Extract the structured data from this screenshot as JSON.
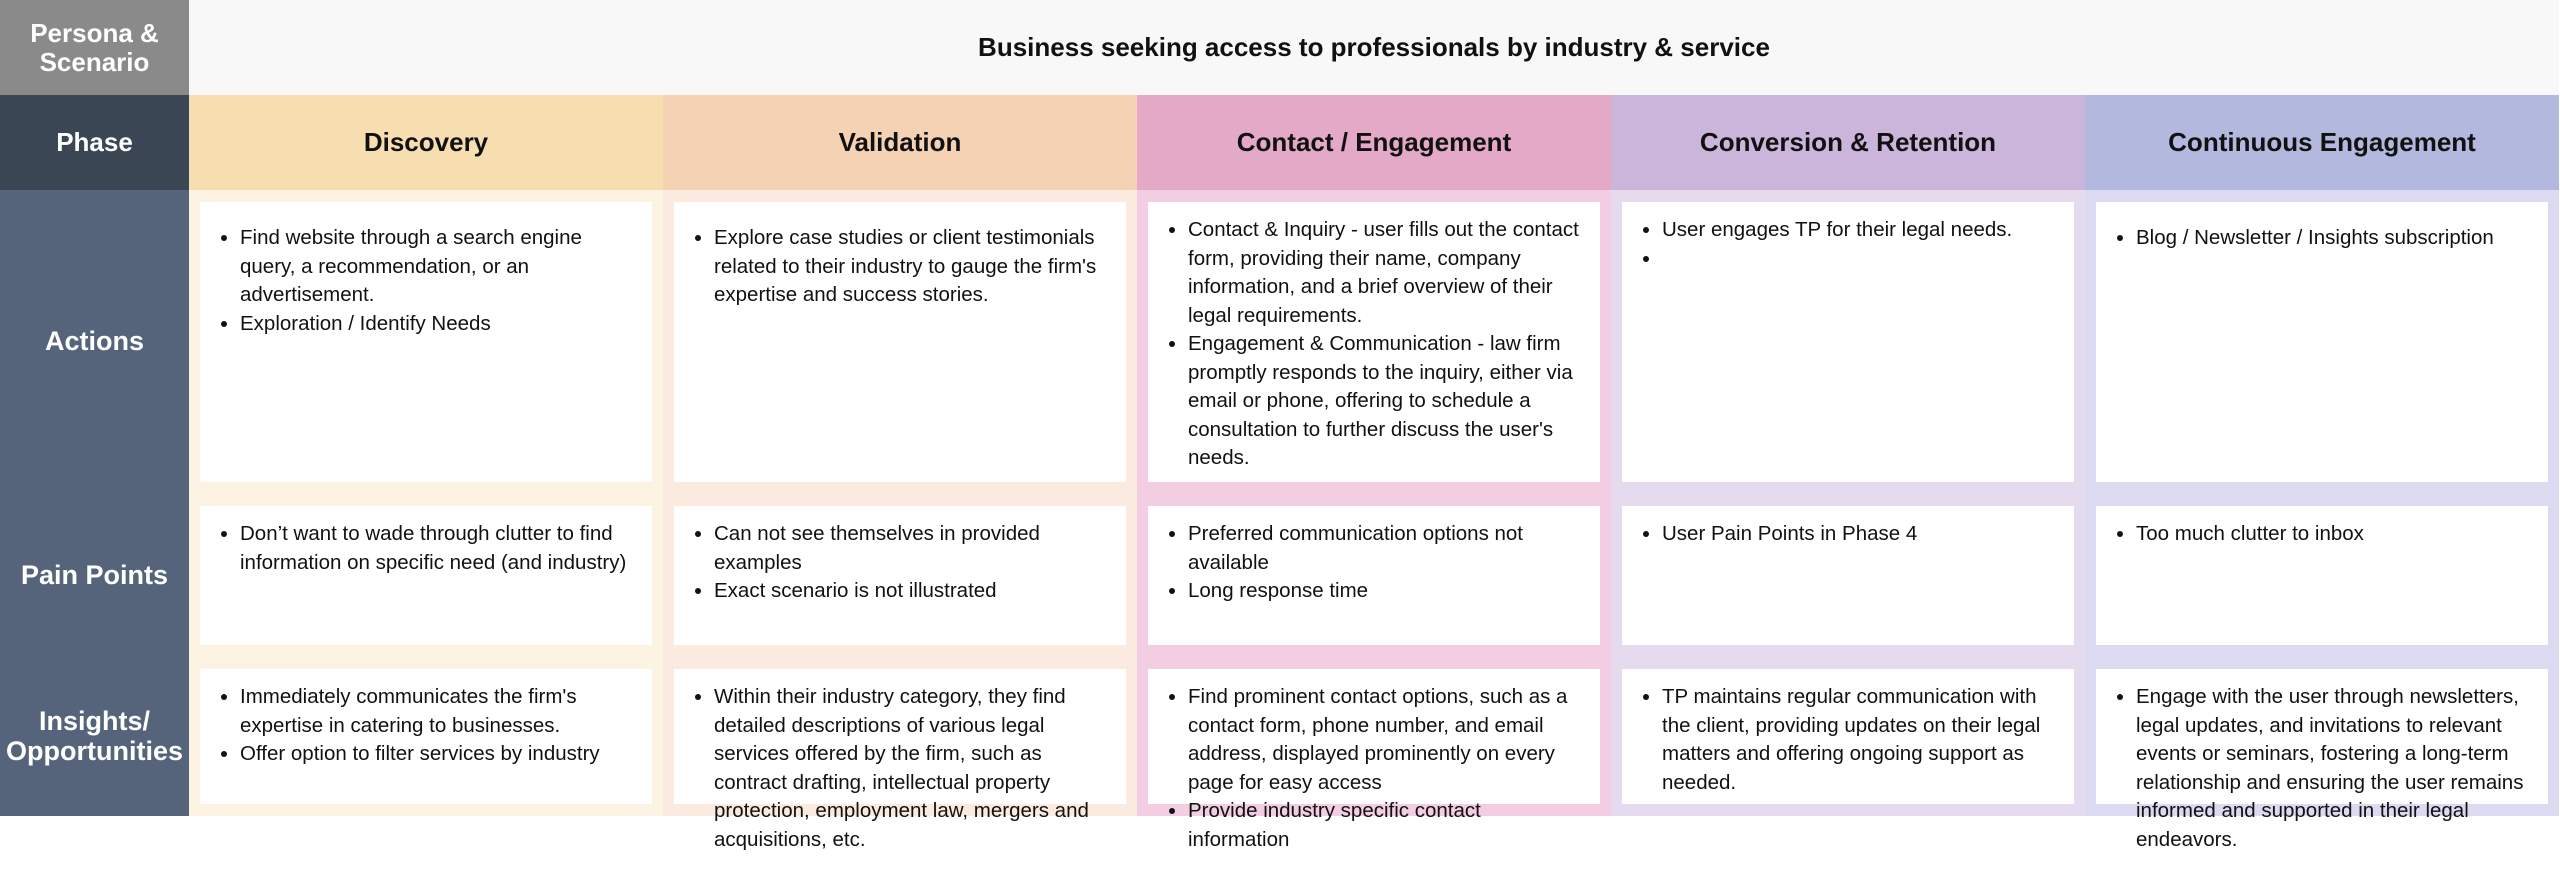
{
  "persona_label": "Persona & Scenario",
  "scenario": "Business seeking access to professionals by industry & service",
  "phase_label": "Phase",
  "phases": [
    {
      "name": "Discovery"
    },
    {
      "name": "Validation"
    },
    {
      "name": "Contact / Engagement"
    },
    {
      "name": "Conversion & Retention"
    },
    {
      "name": "Continuous Engagement"
    }
  ],
  "rows": [
    {
      "label": "Actions",
      "cells": [
        [
          "Find website through a search engine query, a recommendation, or an advertisement.",
          "Exploration / Identify Needs"
        ],
        [
          "Explore case studies or client testimonials related to their industry to gauge the firm's expertise and success stories."
        ],
        [
          "Contact & Inquiry - user fills out the contact form, providing their name, company information, and a brief overview of their legal requirements.",
          "Engagement & Communication -  law firm promptly responds to the inquiry, either via email or phone, offering to schedule a consultation to further discuss the user's needs."
        ],
        [
          "User engages TP for their legal needs.",
          ""
        ],
        [
          "Blog / Newsletter / Insights subscription"
        ]
      ]
    },
    {
      "label": "Pain Points",
      "cells": [
        [
          "Don’t want to wade through clutter to find information on specific need (and industry)"
        ],
        [
          "Can not see themselves in provided examples",
          "Exact scenario is not illustrated"
        ],
        [
          "Preferred communication options not available",
          "Long response time"
        ],
        [
          "User Pain Points in Phase 4"
        ],
        [
          "Too much clutter to inbox"
        ]
      ]
    },
    {
      "label": "Insights/ Opportunities",
      "cells": [
        [
          "Immediately communicates the firm's expertise in catering to businesses.",
          "Offer option to filter services by industry"
        ],
        [
          "Within their industry category, they find detailed descriptions of various legal services offered by the firm, such as contract drafting, intellectual property protection, employment law, mergers and acquisitions, etc."
        ],
        [
          "Find prominent contact options, such as a contact form, phone number, and email address, displayed prominently on every page for easy access",
          "Provide industry specific contact information"
        ],
        [
          "TP maintains regular communication with the client, providing updates on their legal matters and offering ongoing support as needed."
        ],
        [
          "Engage with the user through newsletters, legal updates, and invitations to relevant events or seminars, fostering a long-term relationship and ensuring the user remains informed and supported in their legal endeavors."
        ]
      ]
    }
  ]
}
